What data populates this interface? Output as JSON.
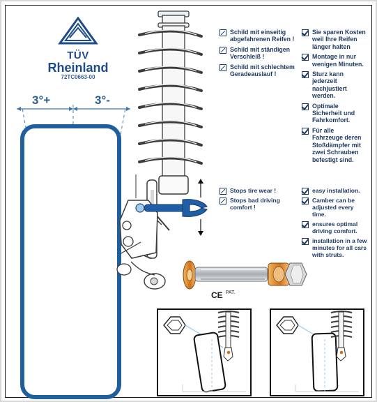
{
  "logo": {
    "line1": "TÜV",
    "line2": "Rheinland",
    "line3": "72TC0663-00"
  },
  "angles": {
    "left": "3°+",
    "right": "3°-"
  },
  "german_problems": [
    "Schild mit einseitig abgefahrenen Reifen !",
    "Schild mit ständigen Verschleiß !",
    "Schild mit schlechtem Geradeauslauf !"
  ],
  "german_benefits": [
    "Sie sparen Kosten weil Ihre Reifen länger halten",
    "Montage in nur wenigen Minuten.",
    "Sturz kann jederzeit nachjustiert werden.",
    "Optimale Sicherheit und Fahrkomfort.",
    "Für alle Fahrzeuge deren Stoßdämpfer mit zwei Schrauben befestigt sind."
  ],
  "english_problems": [
    "Stops tire wear !",
    "Stops bad driving comfort !"
  ],
  "english_benefits": [
    "easy installation.",
    "Camber can be adjusted every time.",
    "ensures optimal driving comfort.",
    "installation in a few minutes for all cars with struts."
  ],
  "marks": {
    "ce": "CE",
    "pat": "PAT."
  },
  "colors": {
    "blue": "#2a5a95",
    "dark_blue": "#1f3a63",
    "orange": "#d0711d",
    "steel": "#9ea4ab",
    "light_blue": "#9fc7e7"
  },
  "icons": {
    "logo": "tuv-triangle-logo",
    "wrench": "wrench-icon",
    "arrow_up": "arrow-up-icon",
    "arrow_down": "arrow-down-icon",
    "box": "crossed-box-icon",
    "check": "checkmark-icon"
  }
}
